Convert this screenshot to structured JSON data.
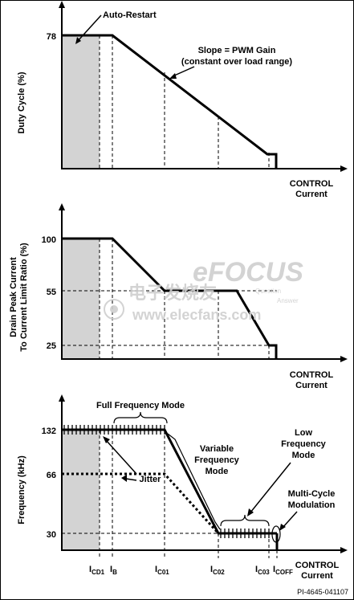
{
  "watermark": {
    "brand_ch": "电子发烧友",
    "brand_en": "eFOCUS",
    "site": "www.elecfans.com",
    "tag_question": "Question",
    "tag_answer": "Answer"
  },
  "panel_top": {
    "ylabel": "Duty Cycle (%)",
    "ytick": "78",
    "annotation_auto_restart": "Auto-Restart",
    "annotation_slope_line1": "Slope = PWM Gain",
    "annotation_slope_line2": "(constant over load range)",
    "xlabel_line1": "CONTROL",
    "xlabel_line2": "Current"
  },
  "panel_mid": {
    "ylabel_line1": "Drain Peak Current",
    "ylabel_line2": "To Current Limit Ratio (%)",
    "ytick_100": "100",
    "ytick_55": "55",
    "ytick_25": "25",
    "xlabel_line1": "CONTROL",
    "xlabel_line2": "Current"
  },
  "panel_bot": {
    "ylabel": "Frequency (kHz)",
    "ytick_132": "132",
    "ytick_66": "66",
    "ytick_30": "30",
    "annotation_full_freq": "Full Frequency Mode",
    "annotation_jitter": "Jitter",
    "annotation_variable_line1": "Variable",
    "annotation_variable_line2": "Frequency",
    "annotation_variable_line3": "Mode",
    "annotation_low_line1": "Low",
    "annotation_low_line2": "Frequency",
    "annotation_low_line3": "Mode",
    "annotation_multi_line1": "Multi-Cycle",
    "annotation_multi_line2": "Modulation",
    "xlabel_line1": "CONTROL",
    "xlabel_line2": "Current"
  },
  "x_axis_ticks": {
    "icd1": "I",
    "icd1_sub": "CD1",
    "ib": "I",
    "ib_sub": "B",
    "ic01": "I",
    "ic01_sub": "C01",
    "ic02": "I",
    "ic02_sub": "C02",
    "ic03": "I",
    "ic03_sub": "C03",
    "icoff": "I",
    "icoff_sub": "COFF"
  },
  "figure_id": "PI-4645-041107",
  "colors": {
    "shade": "#d3d3d3",
    "ink": "#000000",
    "watermark": "#cfcfcf"
  }
}
